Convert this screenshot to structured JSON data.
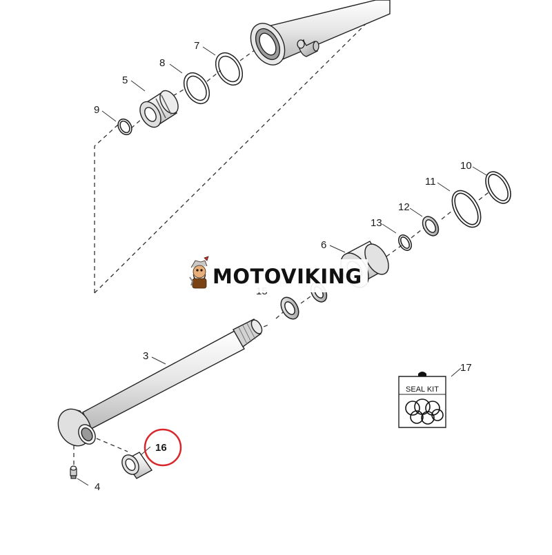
{
  "diagram": {
    "callouts": {
      "c3": "3",
      "c4": "4",
      "c5": "5",
      "c6": "6",
      "c7": "7",
      "c8": "8",
      "c9": "9",
      "c10": "10",
      "c11": "11",
      "c12": "12",
      "c13": "13",
      "c15": "15",
      "c16": "16",
      "c17": "17"
    },
    "seal_kit_label": "SEAL KIT",
    "highlight_color": "#d9262b"
  },
  "watermark": {
    "brand": "MOTOVIKING"
  }
}
